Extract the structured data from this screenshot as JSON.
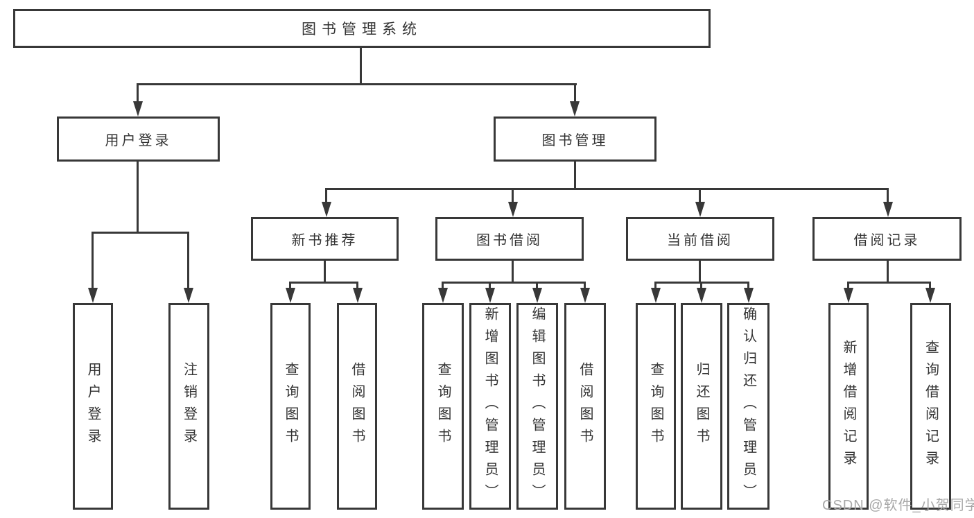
{
  "diagram": {
    "title": "图书管理系统",
    "tree": {
      "root": {
        "label": "图书管理系统"
      },
      "branches": [
        {
          "label": "用户登录",
          "children": [
            {
              "label": "用户登录"
            },
            {
              "label": "注销登录"
            }
          ]
        },
        {
          "label": "图书管理",
          "children": [
            {
              "label": "新书推荐",
              "children": [
                {
                  "label": "查询图书"
                },
                {
                  "label": "借阅图书"
                }
              ]
            },
            {
              "label": "图书借阅",
              "children": [
                {
                  "label": "查询图书"
                },
                {
                  "label": "新增图书（管理员）"
                },
                {
                  "label": "编辑图书（管理员）"
                },
                {
                  "label": "借阅图书"
                }
              ]
            },
            {
              "label": "当前借阅",
              "children": [
                {
                  "label": "查询图书"
                },
                {
                  "label": "归还图书"
                },
                {
                  "label": "确认归还（管理员）"
                }
              ]
            },
            {
              "label": "借阅记录",
              "children": [
                {
                  "label": "新增借阅记录"
                },
                {
                  "label": "查询借阅记录"
                }
              ]
            }
          ]
        }
      ]
    }
  },
  "watermark": {
    "text": "CSDN @软件_小贺同学"
  },
  "colors": {
    "line": "#383838",
    "text": "#333333",
    "background": "#ffffff",
    "watermark": "#a8a8a8"
  }
}
